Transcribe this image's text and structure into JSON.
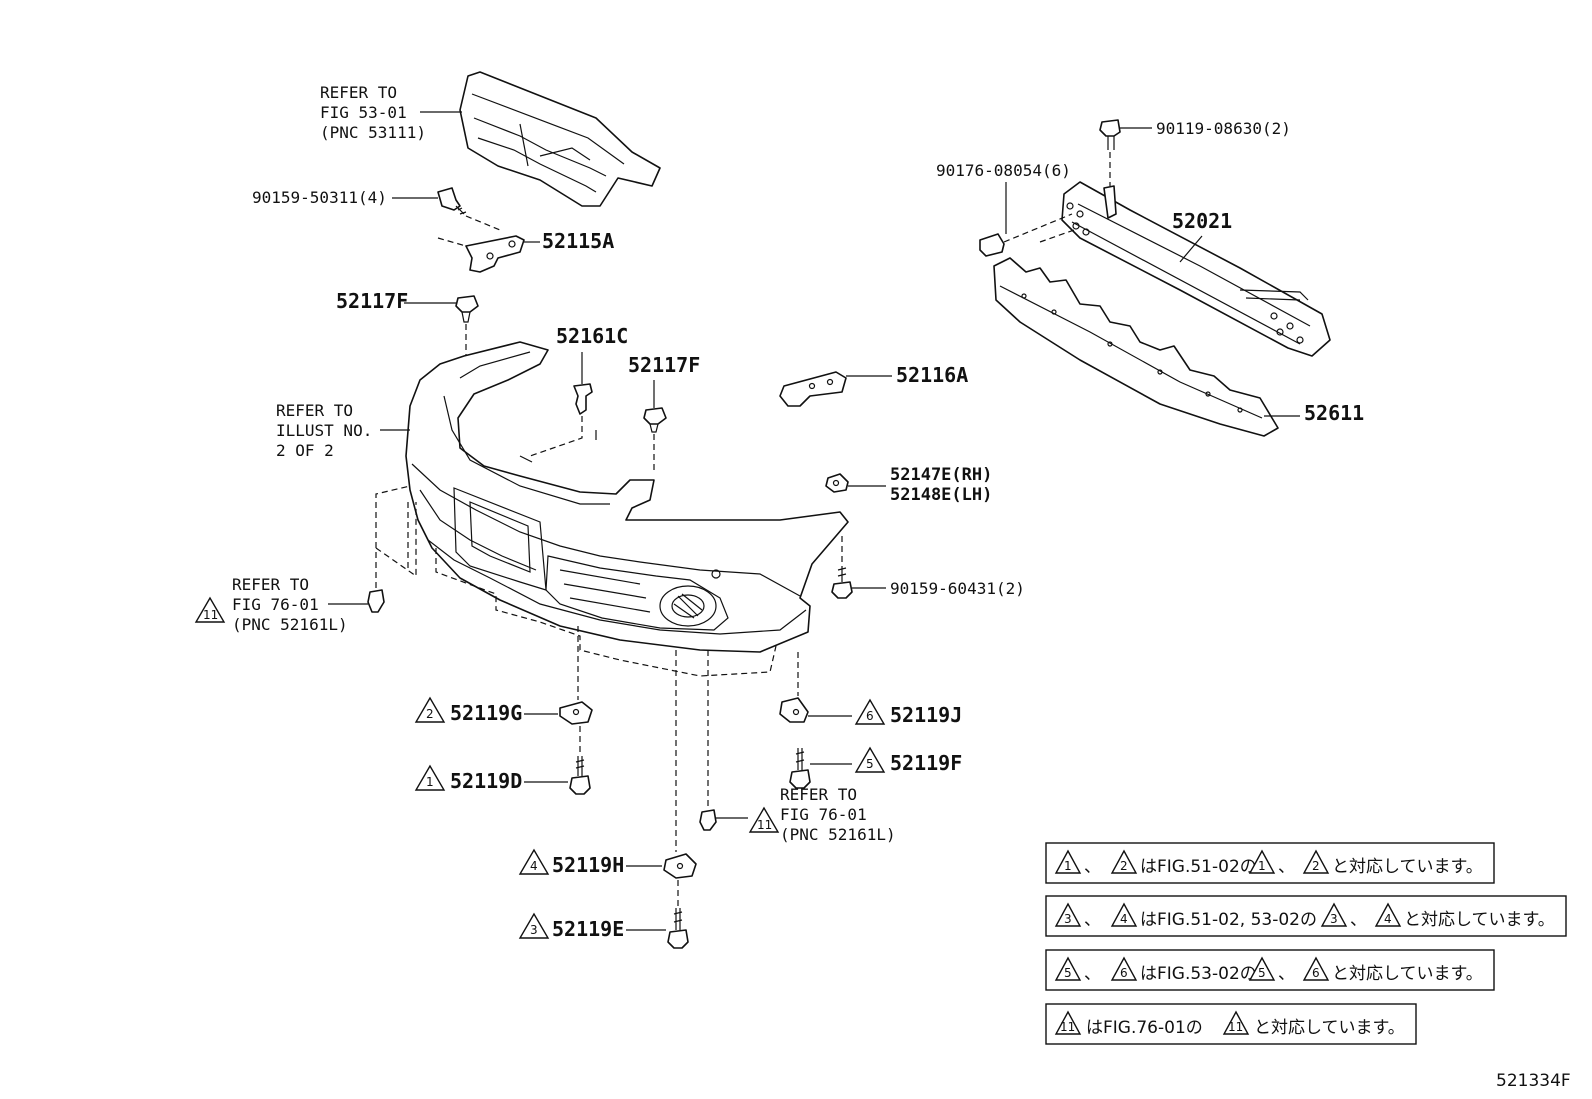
{
  "refer_grille": [
    "REFER TO",
    "FIG 53-01",
    "(PNC 53111)"
  ],
  "refer_illust": [
    "REFER TO",
    "ILLUST NO.",
    "2 OF 2"
  ],
  "refer_fig76_left": [
    "REFER TO",
    "FIG 76-01",
    "(PNC 52161L)"
  ],
  "refer_fig76_bottom": [
    "REFER TO",
    "FIG 76-01",
    "(PNC 52161L)"
  ],
  "parts": {
    "p90159_50311": "90159-50311(4)",
    "p52115A": "52115A",
    "p52117F_top": "52117F",
    "p52161C": "52161C",
    "p52117F_mid": "52117F",
    "p52116A": "52116A",
    "p90119_08630": "90119-08630(2)",
    "p90176_08054": "90176-08054(6)",
    "p52021": "52021",
    "p52611": "52611",
    "p52147E": "52147E(RH)",
    "p52148E": "52148E(LH)",
    "p90159_60431": "90159-60431(2)",
    "p52119G": "52119G",
    "p52119D": "52119D",
    "p52119J": "52119J",
    "p52119F": "52119F",
    "p52119H": "52119H",
    "p52119E": "52119E"
  },
  "triangles": {
    "t_left_refer": "11",
    "t_bottom_refer": "11",
    "t52119G": "2",
    "t52119D": "1",
    "t52119J": "6",
    "t52119F": "5",
    "t52119H": "4",
    "t52119E": "3"
  },
  "notes": {
    "n1": {
      "a": "1",
      "b": "2",
      "c": "1",
      "d": "2",
      "sep": "、",
      "t1": "はFIG.51-02の",
      "t2": "と対応しています。"
    },
    "n2": {
      "a": "3",
      "b": "4",
      "c": "3",
      "d": "4",
      "sep": "、",
      "t1": "はFIG.51-02, 53-02の",
      "t2": "と対応しています。"
    },
    "n3": {
      "a": "5",
      "b": "6",
      "c": "5",
      "d": "6",
      "sep": "、",
      "t1": "はFIG.53-02の",
      "t2": "と対応しています。"
    },
    "n4": {
      "a": "11",
      "c": "11",
      "t1": "はFIG.76-01の",
      "t2": "と対応しています。"
    }
  },
  "figure_code": "521334F"
}
